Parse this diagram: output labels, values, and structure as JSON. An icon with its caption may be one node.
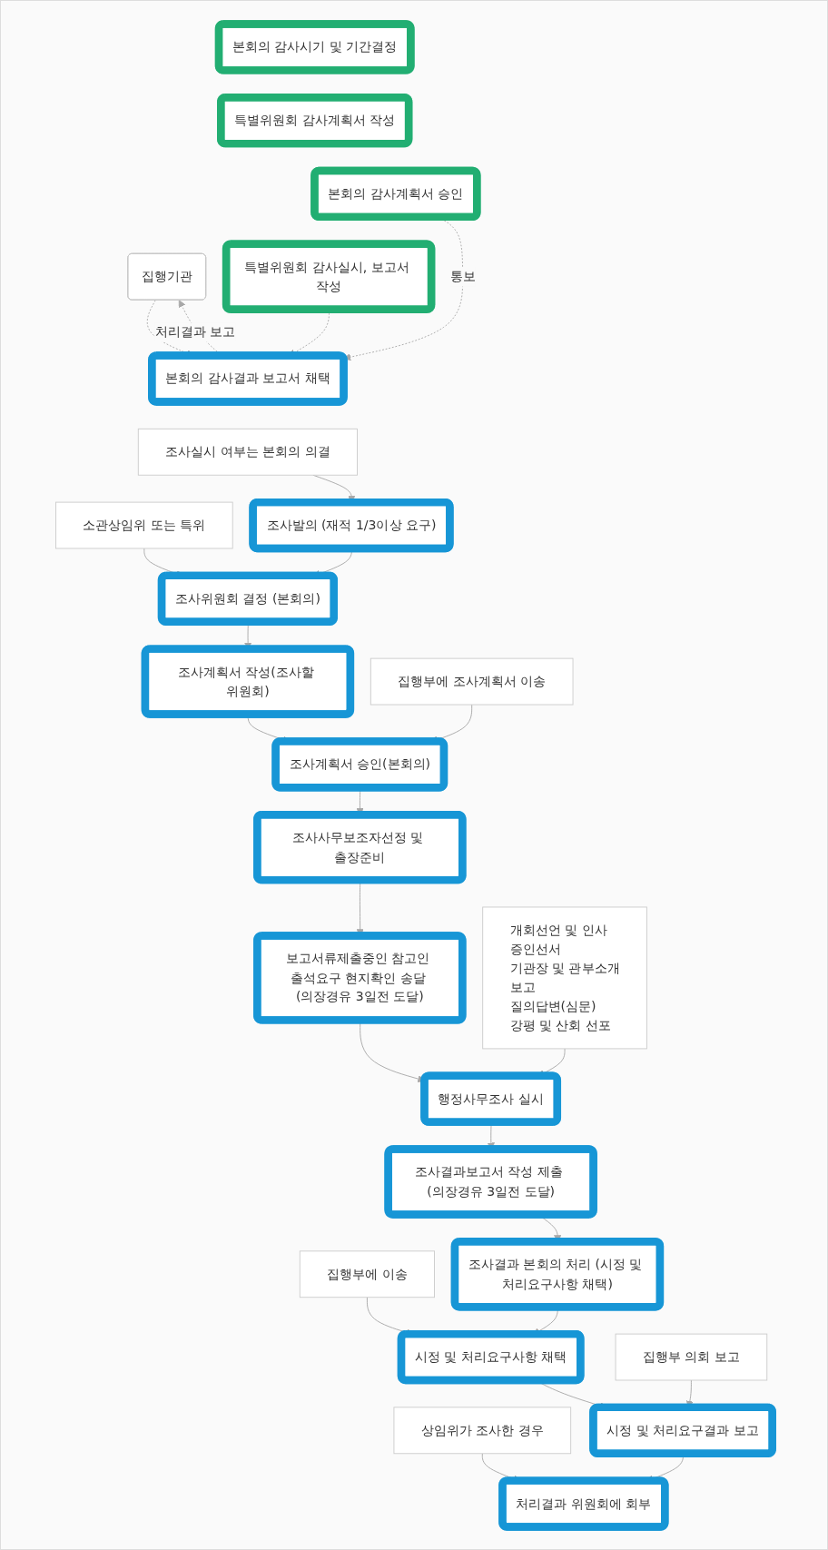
{
  "diagram": {
    "nodes": [
      {
        "text": [
          "본회의 감사시기 및 기간결정"
        ]
      },
      {
        "text": [
          "특별위원회 감사계획서 작성"
        ]
      },
      {
        "text": [
          "본회의 감사계획서 승인"
        ]
      },
      {
        "text": [
          "특별위원회 감사실시, 보고서 작성"
        ]
      },
      {
        "text": [
          "집행기관"
        ]
      },
      {
        "text": [
          "본회의 감사결과 보고서 채택"
        ]
      },
      {
        "text": [
          "조사실시 여부는 본회의 의결"
        ]
      },
      {
        "text": [
          "조사발의 (재적 1/3이상 요구)"
        ]
      },
      {
        "text": [
          "소관상임위 또는 특위"
        ]
      },
      {
        "text": [
          "조사위원회 결정 (본회의)"
        ]
      },
      {
        "text": [
          "조사계획서 작성(조사할 위원회)"
        ]
      },
      {
        "text": [
          "조사계획서 승인(본회의)"
        ]
      },
      {
        "text": [
          "집행부에 조사계획서 이송"
        ]
      },
      {
        "text": [
          "조사사무보조자선정 및 출장준비"
        ]
      },
      {
        "text": [
          "보고서류제출중인 참고인 출석요구 현지확인 송달 (의장경유 3일전 도달)"
        ]
      },
      {
        "text": [
          "행정사무조사 실시"
        ]
      },
      {
        "text": [
          "개회선언 및 인사",
          "증인선서",
          "기관장 및 관부소개",
          "보고",
          "질의답변(심문)",
          "강평 및 산회 선포"
        ]
      },
      {
        "text": [
          "조사결과보고서 작성 제출 (의장경유 3일전 도달)"
        ]
      },
      {
        "text": [
          "조사결과 본회의 처리 (시정 및 처리요구사항 채택)"
        ]
      },
      {
        "text": [
          "집행부에 이송"
        ]
      },
      {
        "text": [
          "시정 및 처리요구사항 채택"
        ]
      },
      {
        "text": [
          "시정 및 처리요구결과 보고"
        ]
      },
      {
        "text": [
          "집행부 의회 보고"
        ]
      },
      {
        "text": [
          "상임위가 조사한 경우"
        ]
      },
      {
        "text": [
          "처리결과 위원회에 회부"
        ]
      }
    ],
    "edges": [
      {
        "from": 2,
        "to": 5,
        "arrow": "to",
        "label": "통보",
        "style": "dashed"
      },
      {
        "from": 3,
        "to": 5,
        "arrow": "to",
        "style": "dashed"
      },
      {
        "from": 4,
        "to": 5,
        "arrow": "to",
        "style": "dashed"
      },
      {
        "from": 5,
        "to": 4,
        "arrow": "to",
        "label": "처리결과 보고",
        "style": "dashed"
      },
      {
        "from": 6,
        "to": 7,
        "arrow": "to"
      },
      {
        "from": 7,
        "to": 9,
        "arrow": "to"
      },
      {
        "from": 8,
        "to": 9,
        "arrow": "to"
      },
      {
        "from": 9,
        "to": 10,
        "arrow": "to"
      },
      {
        "from": 10,
        "to": 11,
        "arrow": "to"
      },
      {
        "from": 12,
        "to": 11,
        "arrow": "to"
      },
      {
        "from": 11,
        "to": 13,
        "arrow": "to"
      },
      {
        "from": 13,
        "to": 14,
        "arrow": "to"
      },
      {
        "from": 14,
        "to": 15,
        "arrow": "to"
      },
      {
        "from": 16,
        "to": 15,
        "arrow": "to"
      },
      {
        "from": 15,
        "to": 17,
        "arrow": "to"
      },
      {
        "from": 17,
        "to": 18,
        "arrow": "to"
      },
      {
        "from": 18,
        "to": 20,
        "arrow": "to"
      },
      {
        "from": 19,
        "to": 20,
        "arrow": "to"
      },
      {
        "from": 20,
        "to": 21,
        "arrow": "to"
      },
      {
        "from": 22,
        "to": 21,
        "arrow": "to"
      },
      {
        "from": 21,
        "to": 24,
        "arrow": "to"
      },
      {
        "from": 23,
        "to": 24,
        "arrow": "to"
      }
    ]
  }
}
